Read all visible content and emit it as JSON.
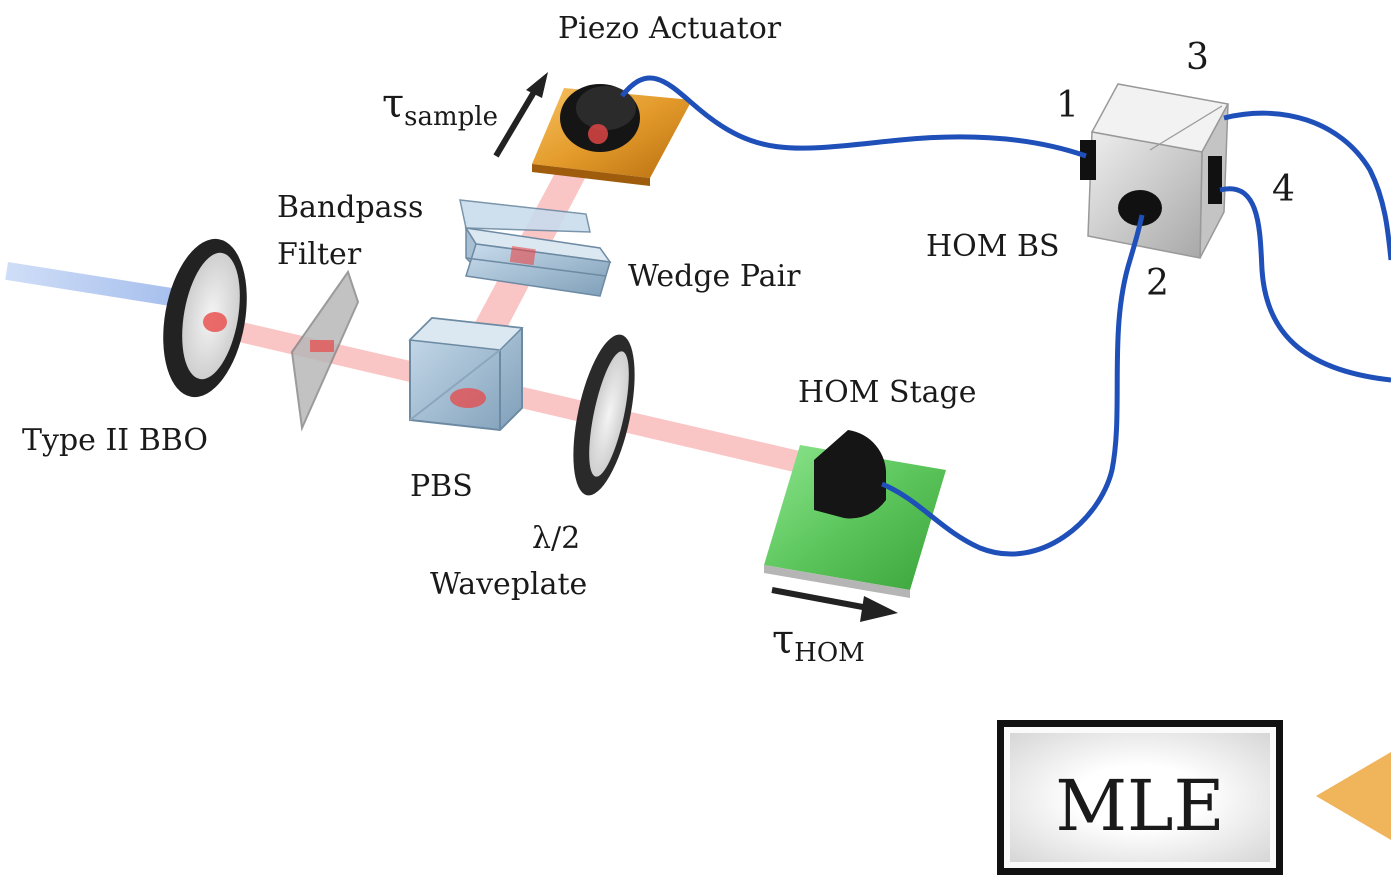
{
  "labels": {
    "piezo_actuator": "Piezo Actuator",
    "bandpass_filter_line1": "Bandpass",
    "bandpass_filter_line2": "Filter",
    "wedge_pair": "Wedge Pair",
    "type_ii_bbo": "Type II BBO",
    "pbs": "PBS",
    "half_waveplate_line1": "λ/2",
    "half_waveplate_line2": "Waveplate",
    "hom_stage": "HOM Stage",
    "hom_bs": "HOM BS",
    "mle": "MLE"
  },
  "ports": {
    "p1": "1",
    "p2": "2",
    "p3": "3",
    "p4": "4"
  },
  "delays": {
    "tau_symbol": "τ",
    "sample_subscript": "sample",
    "hom_subscript": "HOM"
  },
  "colors": {
    "fiber": "#1f4fb8",
    "beam": "#f25a5a",
    "pump_beam": "#9db7ee",
    "piezo_plate": "#e39a2a",
    "hom_stage_plate": "#5cc65c",
    "arrow_to_mle": "#f0b45a"
  }
}
